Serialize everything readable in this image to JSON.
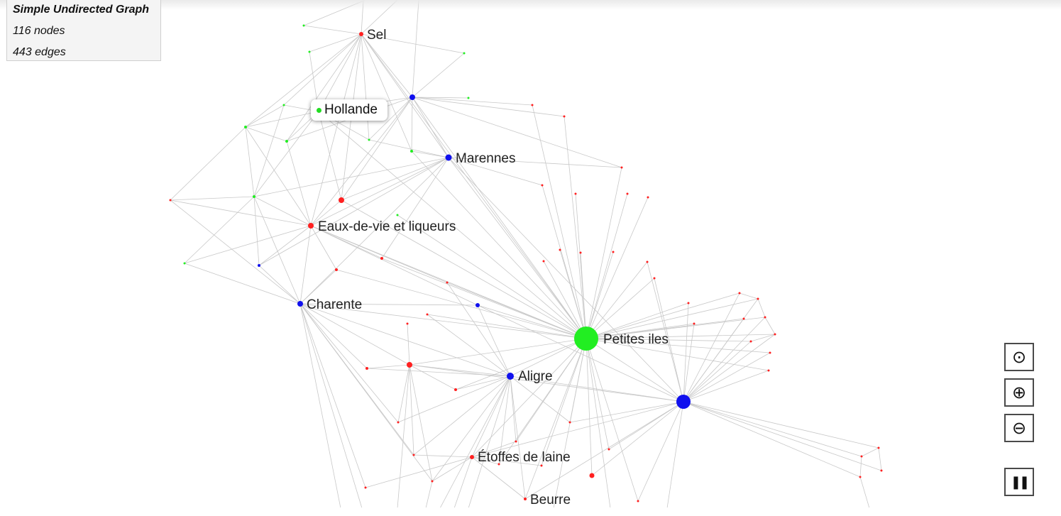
{
  "graph_info": {
    "title": "Simple Undirected Graph",
    "nodes_text": "116 nodes",
    "edges_text": "443 edges"
  },
  "labels": {
    "sel": "Sel",
    "hollande": "Hollande",
    "marennes": "Marennes",
    "eaux": "Eaux-de-vie et liqueurs",
    "charente": "Charente",
    "petites_iles": "Petites iles",
    "aligre": "Aligre",
    "etoffes": "Étoffes de laine",
    "beurre": "Beurre"
  },
  "controls": {
    "center_icon": "⊙",
    "zoom_in_icon": "⊕",
    "zoom_out_icon": "⊖",
    "pause_icon": "❚❚"
  },
  "colors": {
    "red": "#ff2020",
    "green": "#22ee22",
    "blue": "#1010ee",
    "edge": "#c8c8c8"
  }
}
